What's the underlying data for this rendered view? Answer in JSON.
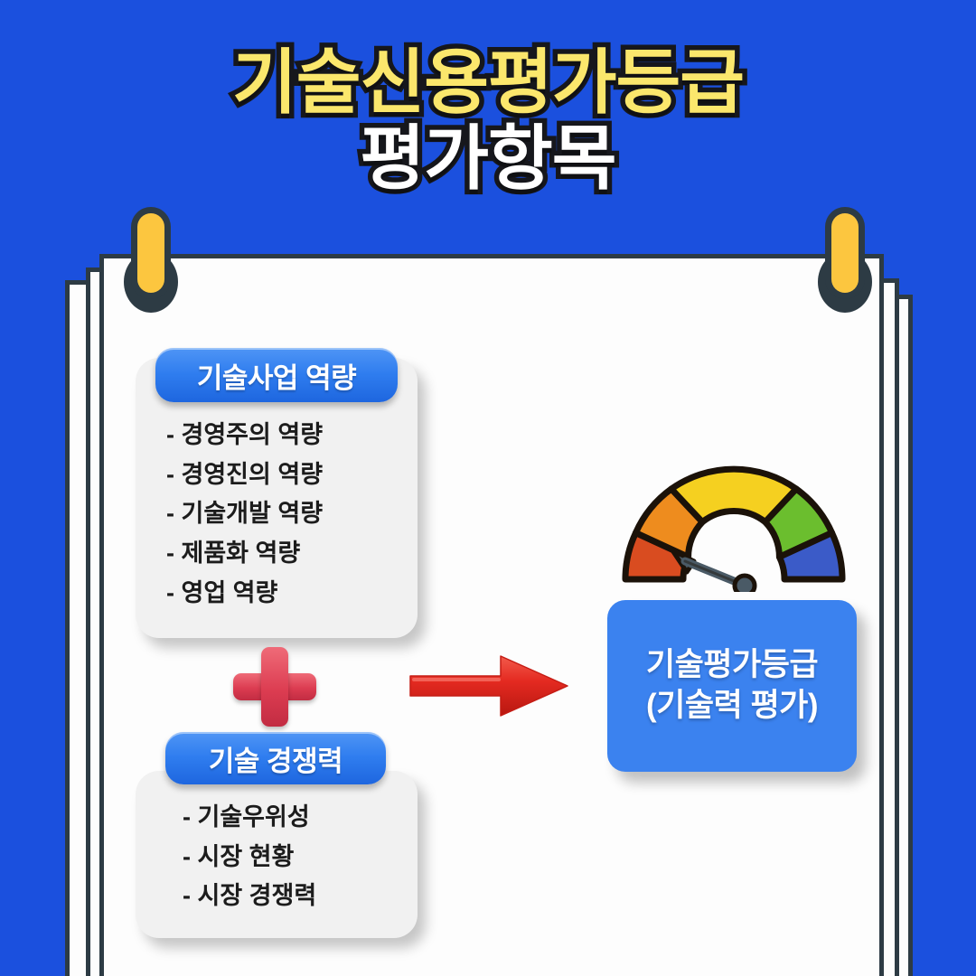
{
  "background_color": "#1b50de",
  "title": {
    "line1": "기술신용평가등급",
    "line2": "평가항목",
    "line1_color": "#fbe76c",
    "line2_color": "#ffffff",
    "outline_color": "#16171c"
  },
  "clipboard": {
    "paper_color": "#fdfdfd",
    "border_color": "#2d3b44",
    "clip_bar_color": "#fcc63f",
    "clip_body_color": "#2d3b44"
  },
  "cards": [
    {
      "header": "기술사업 역량",
      "items": [
        "- 경영주의 역량",
        "- 경영진의 역량",
        "- 기술개발 역량",
        "- 제품화 역량",
        "- 영업 역량"
      ]
    },
    {
      "header": "기술 경쟁력",
      "items": [
        "- 기술우위성",
        "- 시장 현황",
        "- 시장 경쟁력"
      ]
    }
  ],
  "operators": {
    "plus_label": "plus",
    "plus_color": "#dc3c51",
    "arrow_label": "arrow-right",
    "arrow_color": "#e22b22"
  },
  "gauge": {
    "label": "gauge-meter",
    "segment_colors": [
      "#d94c20",
      "#ee8c1e",
      "#f5d020",
      "#6bbe2e",
      "#3b5bc8"
    ],
    "needle_color": "#4a5a66",
    "outline_color": "#1b1209",
    "needle_points_to_segment": 1,
    "segment_count": 5
  },
  "result": {
    "line1": "기술평가등급",
    "line2": "(기술력 평가)",
    "box_color": "#3b82ef",
    "text_color": "#ffffff"
  }
}
